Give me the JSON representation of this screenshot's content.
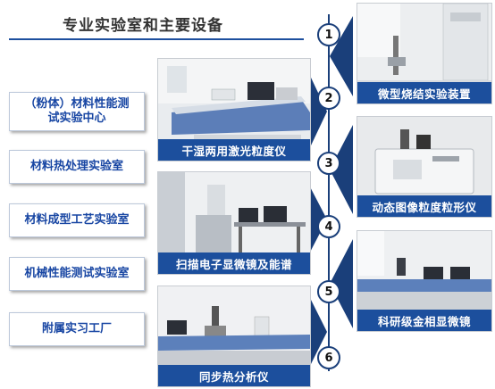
{
  "title": "专业实验室和主要设备",
  "labs": [
    {
      "label": "（粉体）材料性能测试实验中心"
    },
    {
      "label": "材料热处理实验室"
    },
    {
      "label": "材料成型工艺实验室"
    },
    {
      "label": "机械性能测试实验室"
    },
    {
      "label": "附属实习工厂"
    }
  ],
  "equipment_left": [
    {
      "caption": "干湿两用激光粒度仪"
    },
    {
      "caption": "扫描电子显微镜及能谱"
    },
    {
      "caption": "同步热分析仪"
    }
  ],
  "equipment_right": [
    {
      "caption": "微型烧结实验装置"
    },
    {
      "caption": "动态图像粒度粒形仪"
    },
    {
      "caption": "科研级金相显微镜"
    }
  ],
  "numbers": [
    "1",
    "2",
    "3",
    "4",
    "5",
    "6"
  ],
  "colors": {
    "accent": "#1c4f9d",
    "lab_text": "#1846a3",
    "line": "#1a3f7a"
  }
}
